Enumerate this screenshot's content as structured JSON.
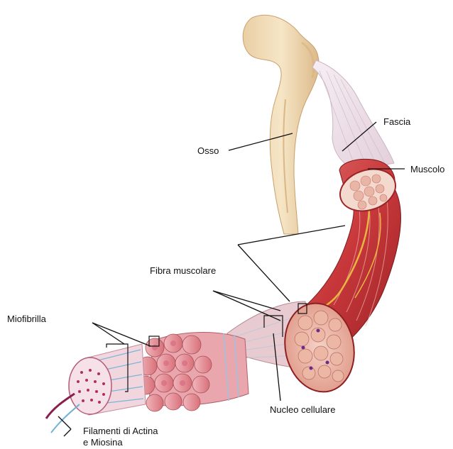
{
  "labels": {
    "osso": "Osso",
    "fascia": "Fascia",
    "muscolo": "Muscolo",
    "fibra": "Fibra muscolare",
    "miofibrilla": "Miofibrilla",
    "nucleo": "Nucleo cellulare",
    "filamenti_line1": "Filamenti di Actina",
    "filamenti_line2": "e Miosina"
  },
  "colors": {
    "bone": "#f2dcb8",
    "bone_shade": "#d9b98c",
    "fascia": "#efe4ec",
    "muscle": "#c93a3a",
    "muscle_dark": "#8e1f22",
    "fiber_bundle": "#e7a0a6",
    "myofibril": "#f3c7d3",
    "nerve": "#e8b640",
    "filament": "#6fb2d8"
  }
}
